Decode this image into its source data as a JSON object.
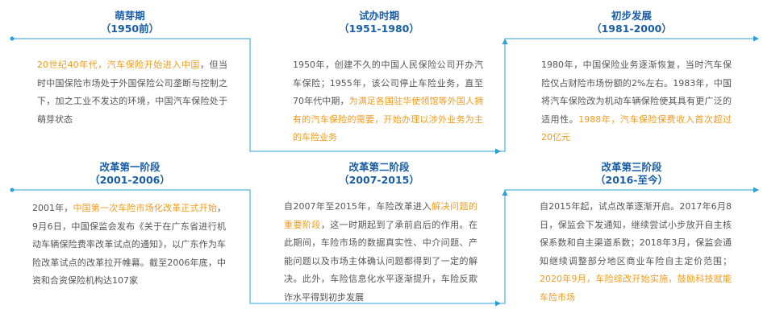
{
  "colors": {
    "line": "#2a9fd8",
    "title": "#1a5ea8",
    "text": "#555555",
    "highlight": "#f29b1d"
  },
  "stages": [
    {
      "title": "萌芽期",
      "period": "（1950前）",
      "segments": [
        {
          "text": "20世纪40年代，汽车保险开始进入中国",
          "highlight": true
        },
        {
          "text": "，但当时中国保险市场处于外国保险公司垄断与控制之下，加之工业不发达的环境，中国汽车保险处于萌芽状态",
          "highlight": false
        }
      ]
    },
    {
      "title": "试办时期",
      "period": "（1951-1980）",
      "segments": [
        {
          "text": "1950年，创建不久的中国人民保险公司开办汽车保险；1955年，该公司停止车险业务，直至70年代中期，",
          "highlight": false
        },
        {
          "text": "为满足各国驻华使领馆等外国人拥有的汽车保险的需要，开始办理以涉外业务为主的车险业务",
          "highlight": true
        }
      ]
    },
    {
      "title": "初步发展",
      "period": "（1981-2000）",
      "segments": [
        {
          "text": "1980年，中国保险业务逐渐恢复，当时汽车保险仅占财险市场份额的2%左右。1983年，中国将汽车保险改为机动车辆保险使其具有更广泛的适用性。",
          "highlight": false
        },
        {
          "text": "1988年，汽车保险保费收入首次超过20亿元",
          "highlight": true
        }
      ]
    },
    {
      "title": "改革第一阶段",
      "period": "（2001-2006）",
      "segments": [
        {
          "text": "2001年，",
          "highlight": false
        },
        {
          "text": "中国第一次车险市场化改革正式开始",
          "highlight": true
        },
        {
          "text": "，9月6日，中国保监会发布《关于在广东省进行机动车辆保险费率改革试点的通知》，以广东作为车险改革试点的改革拉开帷幕。截至2006年底，中资和合资保险机构达107家",
          "highlight": false
        }
      ]
    },
    {
      "title": "改革第二阶段",
      "period": "（2007-2015）",
      "segments": [
        {
          "text": "自2007年至2015年，车险改革进入",
          "highlight": false
        },
        {
          "text": "解决问题的重要阶段",
          "highlight": true
        },
        {
          "text": "，这一时期起到了承前启后的作用。在此期间，车险市场的数据真实性、中介问题、产能问题以及市场主体确认问题都得到了一定的解决。此外，车险信息化水平逐渐提升，车险反欺诈水平得到初步发展",
          "highlight": false
        }
      ]
    },
    {
      "title": "改革第三阶段",
      "period": "（2016-至今）",
      "segments": [
        {
          "text": "自2015年起，试点改革逐渐开启。2017年6月8日，保监会下发通知，继续尝试小步放开自主核保系数和自主渠道系数；2018年3月，保监会通知继续调整部分地区商业车险自主定价范围；",
          "highlight": false
        },
        {
          "text": "2020年9月，车险综改开始实施，鼓励科技赋能车险市场",
          "highlight": true
        }
      ]
    }
  ]
}
